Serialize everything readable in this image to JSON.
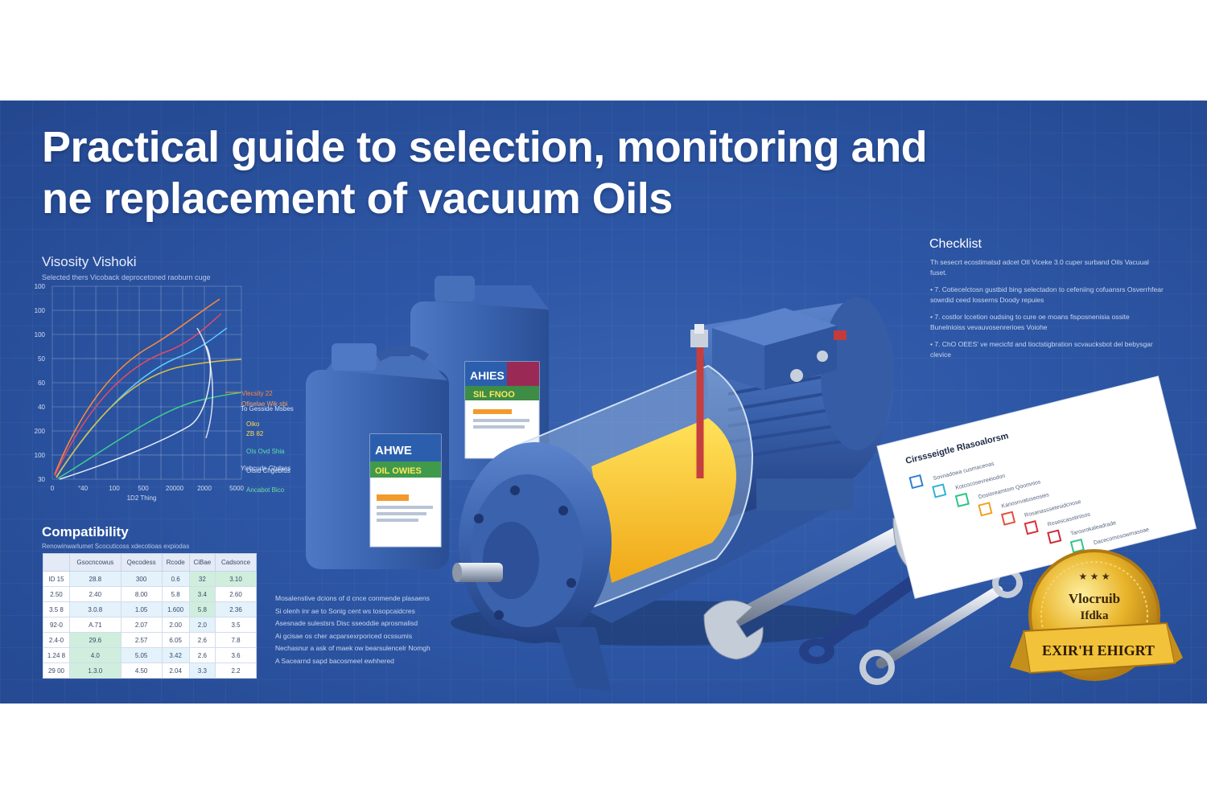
{
  "title_lines": [
    "Practical guide to selection, monitoring and",
    "ne replacement of vacuum Oils"
  ],
  "viscosity": {
    "title": "Visosity Vishoki",
    "subtitle": "Selected thers Vicoback deprocetoned raoburn cuge",
    "y_ticks": [
      "100",
      "100",
      "100",
      "50",
      "60",
      "40",
      "200",
      "100",
      "30"
    ],
    "x_ticks": [
      "0",
      "°40",
      "100",
      "500",
      "20000",
      "2000",
      "5000"
    ],
    "x_label": "1D2 Thing",
    "legend": [
      "Vlecsity 22",
      "Ofiselae Wik sbi",
      "Oiko",
      "ZB 82",
      "OIs Ovd Shia",
      "Oisid Chgebfus",
      "Ancabot Bico",
      "To Gesside Msbes",
      "Yicbcude Ghdses"
    ]
  },
  "compatibility": {
    "title": "Compatibility",
    "subtitle": "Renowinwarlumet Scocuticoss xdecotioas expiodas",
    "headers": [
      "",
      "Gsocncowus",
      "Qecodess",
      "Rcode",
      "CiBae",
      "Cadsonce"
    ],
    "rows": [
      [
        "ID 15",
        "28.8",
        "300",
        "0.6",
        "32",
        "3.10"
      ],
      [
        "2.50",
        "2.40",
        "8.00",
        "5.8",
        "3.4",
        "2.60"
      ],
      [
        "3.5 8",
        "3.0.8",
        "1.05",
        "1.600",
        "5.8",
        "2.36"
      ],
      [
        "92-0",
        "A.71",
        "2.07",
        "2.00",
        "2.0",
        "3.5"
      ],
      [
        "2.4-0",
        "29.6",
        "2.57",
        "6.05",
        "2.6",
        "7.8"
      ],
      [
        "1.24 8",
        "4.0",
        "5.05",
        "3.42",
        "2.6",
        "3.6"
      ],
      [
        "29 00",
        "1.3.0",
        "4.50",
        "2.04",
        "3.3",
        "2.2"
      ]
    ]
  },
  "bullets": [
    "Mosalenstive dcions of d cnce conmende plasaens",
    "Si olenh inr ae to Sonig cent ws tosopcaidcres",
    "Asesnade sulestsrs Disc sseoddie aprosmalisd",
    "Ai gcisae os cher acparsexrporiced ocssumis",
    "Nechasnur a ask of maek ow bearsulencelr Nomgh",
    "A Sacearnd sapd bacosmeel ewhhered"
  ],
  "checklist": {
    "title": "Checklist",
    "lines": [
      "Th sesecrt ecostimatsd adcet OIl Viceke 3.0 cuper surband Oils Vacuual fuset.",
      "• 7. Cotiecelctosn gustbid bing selectadon to cefeniing cofuansrs Osverrhfear sowrdid ceed losserns Doody repuies",
      "• 7. costlor Iccetion oudsing to cure oe moans fisposnenisia ossite Bunelnioiss vevauvosenrerioes Voiohe",
      "• 7. ChO OEES' ve mecicfd and tioctstigbration scvaucksbot del bebysgar clevice"
    ]
  },
  "jugs": {
    "front": {
      "brand": "AHWE",
      "product": "OIL OWIES"
    },
    "back": {
      "brand": "AHIES",
      "product": "SIL FNOO"
    }
  },
  "sheet": {
    "title": "Cirssseigtle Rlasoalorsm",
    "items": [
      "Sovnadowa cusmacenas",
      "Kotcocosevreeiodon",
      "Dosioreamtom Qoomnios",
      "Kanosnvatuseosies",
      "Rosanasssetesidcnose",
      "Rosescasotinisos",
      "Tarosrokaleadrade",
      "Dacecomosowmasoae"
    ]
  },
  "badge": {
    "line1": "Vlocruib",
    "line2": "Ifdka",
    "ribbon": "EXIR'H EHIGRT"
  },
  "colors": {
    "banner_bg": "#2d57a6",
    "pump_body": "#3a62ad",
    "oil": "#f3c41d",
    "gold": "#d9a520"
  }
}
